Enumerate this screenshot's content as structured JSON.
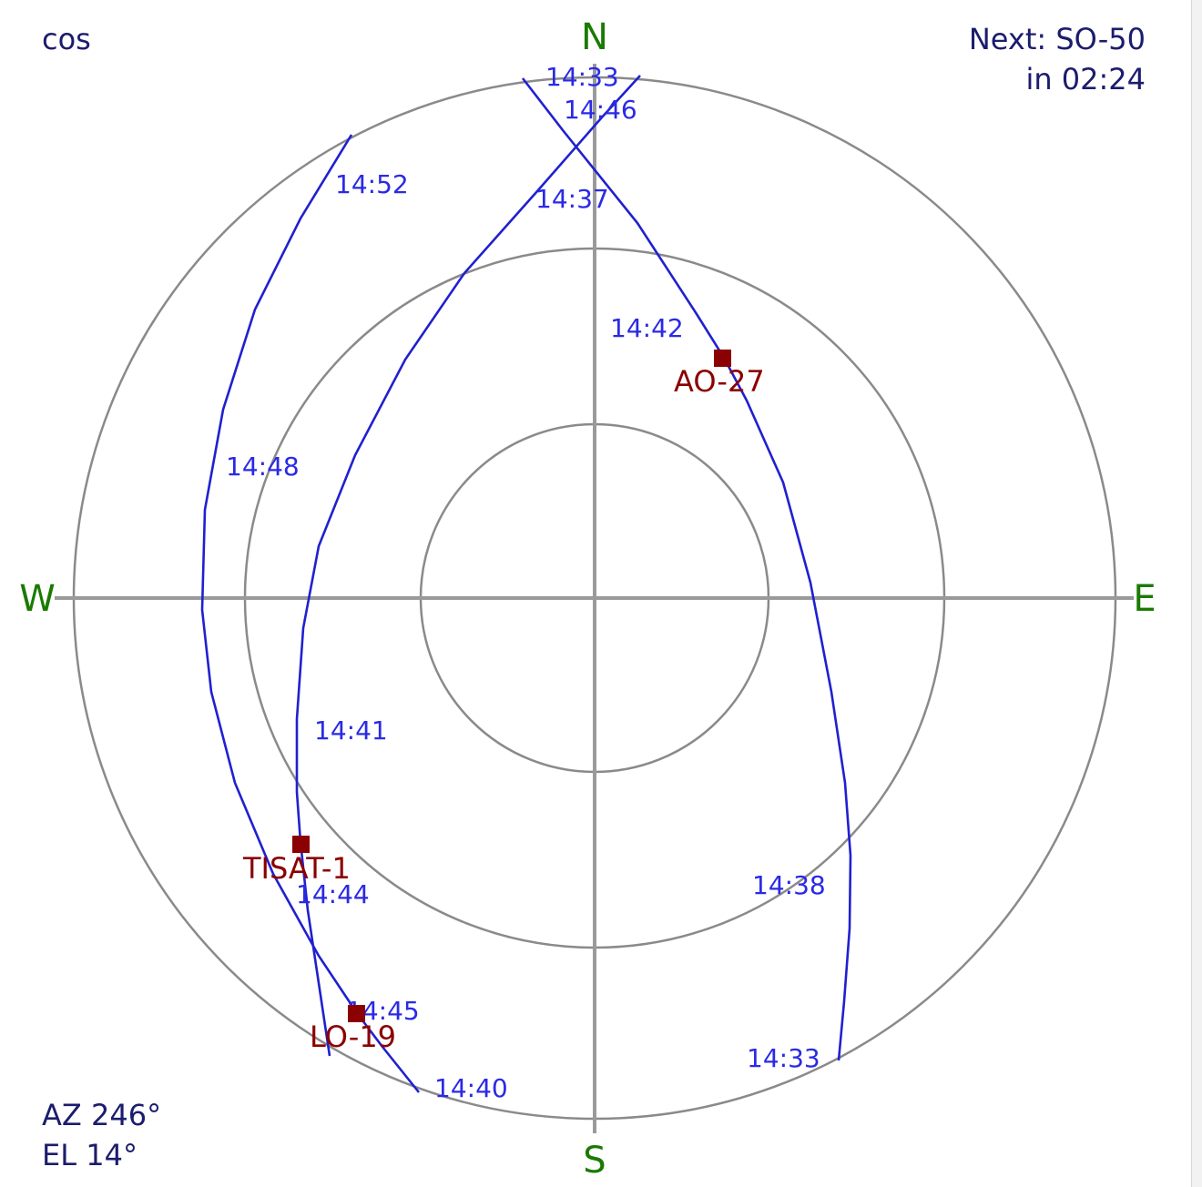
{
  "mode_label": "cos",
  "next_pass": {
    "line1": "Next: SO-50",
    "line2": "in 02:24"
  },
  "pointer": {
    "az": "AZ 246°",
    "el": "EL 14°"
  },
  "compass": {
    "north": "N",
    "south": "S",
    "east": "E",
    "west": "W"
  },
  "colors": {
    "track": "#2020d0",
    "satellite": "#8b0000",
    "compass": "#1a7a00",
    "grid": "#8a8a8a"
  },
  "tracks": [
    {
      "id": "ao27",
      "times": [
        "14:33",
        "14:37",
        "14:42",
        "14:38",
        "14:33"
      ]
    },
    {
      "id": "tisat1",
      "times": [
        "14:46",
        "14:41",
        "14:40"
      ]
    },
    {
      "id": "lo19",
      "times": [
        "14:52",
        "14:48",
        "14:44",
        "14:45"
      ]
    }
  ],
  "satellites": [
    {
      "id": "ao27",
      "name": "AO-27"
    },
    {
      "id": "tisat1",
      "name": "TISAT-1"
    },
    {
      "id": "lo19",
      "name": "LO-19"
    }
  ]
}
